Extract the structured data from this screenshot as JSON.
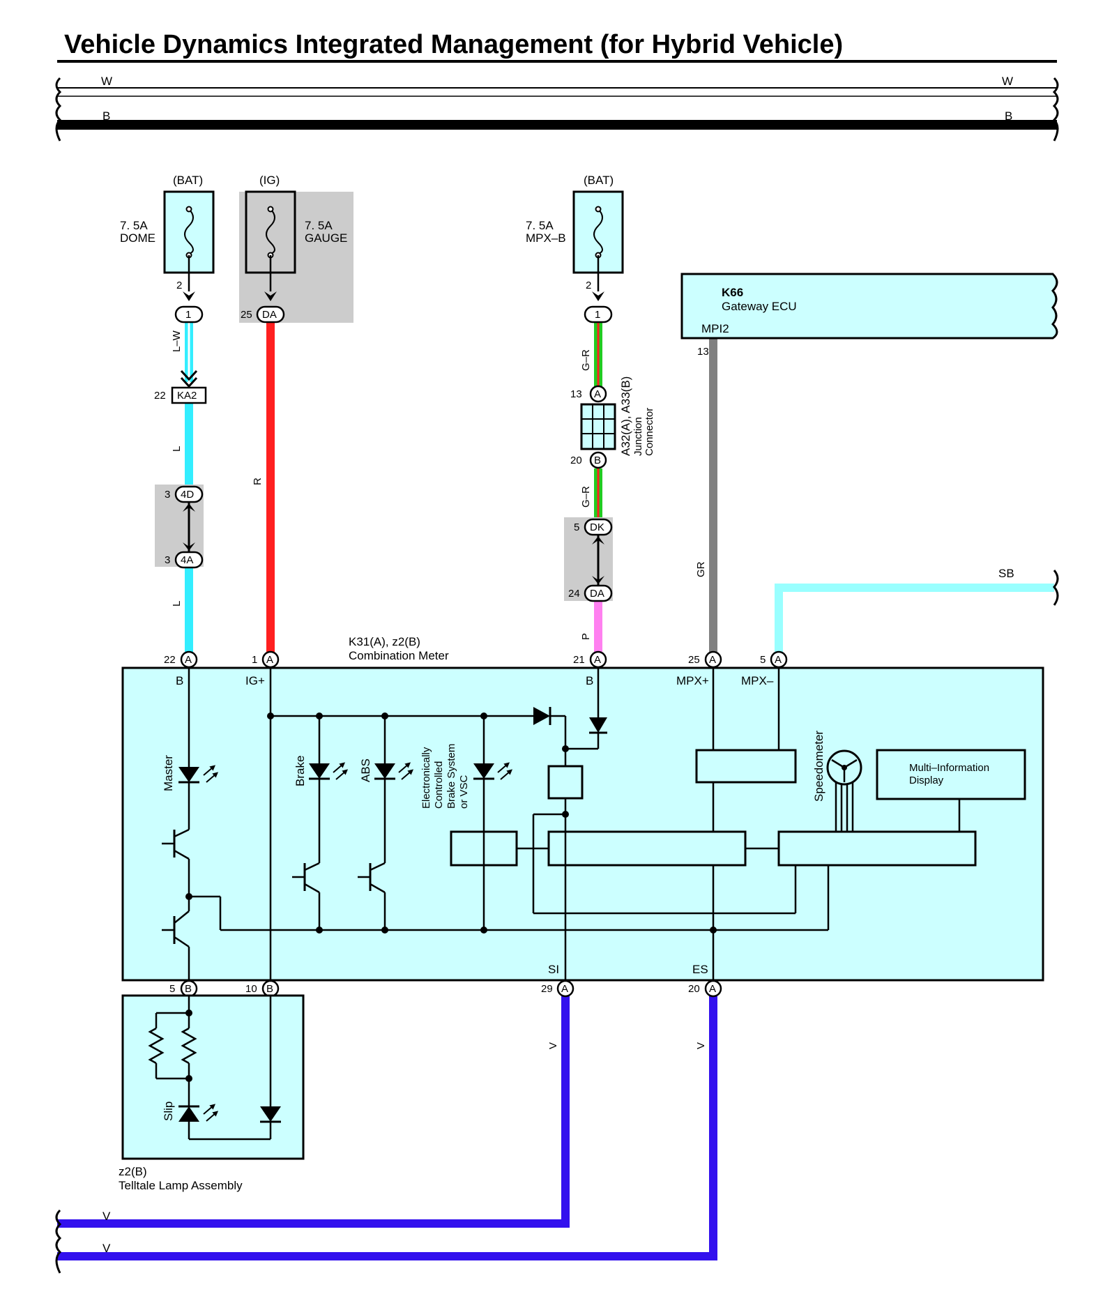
{
  "title": "Vehicle Dynamics Integrated Management (for Hybrid Vehicle)",
  "bus": {
    "w_left": "W",
    "w_right": "W",
    "b_left": "B",
    "b_right": "B",
    "v1": "V",
    "v2": "V"
  },
  "fuses": [
    {
      "source": "(BAT)",
      "rating": "7. 5A",
      "name": "DOME",
      "pin": "2",
      "conn": "1"
    },
    {
      "source": "(IG)",
      "rating": "7. 5A",
      "name": "GAUGE",
      "pin": "25",
      "conn": "DA"
    },
    {
      "source": "(BAT)",
      "rating": "7. 5A",
      "name": "MPX–B",
      "pin": "2",
      "conn": "1"
    }
  ],
  "gateway": {
    "id": "K66",
    "name": "Gateway ECU",
    "terminal": "MPI2",
    "pin": "13"
  },
  "junction": {
    "id": "A32(A), A33(B)",
    "line1": "Junction",
    "line2": "Connector",
    "pin_a": "13",
    "conn_a": "A",
    "pin_b": "20",
    "conn_b": "B"
  },
  "connectors": {
    "ka2": {
      "pin": "22",
      "name": "KA2"
    },
    "c4d": {
      "pin": "3",
      "name": "4D"
    },
    "c4a": {
      "pin": "3",
      "name": "4A"
    },
    "dk": {
      "pin": "5",
      "name": "DK"
    },
    "da": {
      "pin": "24",
      "name": "DA"
    }
  },
  "wire_colors": {
    "lw": "L–W",
    "l1": "L",
    "l2": "L",
    "r": "R",
    "gr1": "G–R",
    "gr2": "G–R",
    "p": "P",
    "gr": "GR",
    "sb": "SB",
    "v1": "V",
    "v2": "V"
  },
  "meter": {
    "id": "K31(A), z2(B)",
    "name": "Combination Meter",
    "top_pins": [
      {
        "pin": "22",
        "conn": "A",
        "term": "B"
      },
      {
        "pin": "1",
        "conn": "A",
        "term": "IG+"
      },
      {
        "pin": "21",
        "conn": "A",
        "term": "B"
      },
      {
        "pin": "25",
        "conn": "A",
        "term": "MPX+"
      },
      {
        "pin": "5",
        "conn": "A",
        "term": "MPX–"
      }
    ],
    "bottom_pins": [
      {
        "pin": "5",
        "conn": "B"
      },
      {
        "pin": "10",
        "conn": "B"
      },
      {
        "pin": "29",
        "conn": "A",
        "term": "SI"
      },
      {
        "pin": "20",
        "conn": "A",
        "term": "ES"
      }
    ],
    "lamps": {
      "master": "Master",
      "brake": "Brake",
      "abs": "ABS",
      "ecb": [
        "Electronically",
        "Controlled",
        "Brake System",
        "or VSC"
      ]
    },
    "speedometer": "Speedometer",
    "mid": [
      "Multi–Information",
      "Display"
    ]
  },
  "telltale": {
    "id": "z2(B)",
    "name": "Telltale Lamp Assembly",
    "slip": "Slip"
  },
  "colors": {
    "cyan_box": "#ccffff",
    "grey": "#cccccc",
    "l": "#33eeff",
    "r": "#ff2020",
    "g": "#22cc22",
    "p": "#ff80f0",
    "gr": "#808080",
    "sb": "#99ffff",
    "v": "#3311ee"
  }
}
